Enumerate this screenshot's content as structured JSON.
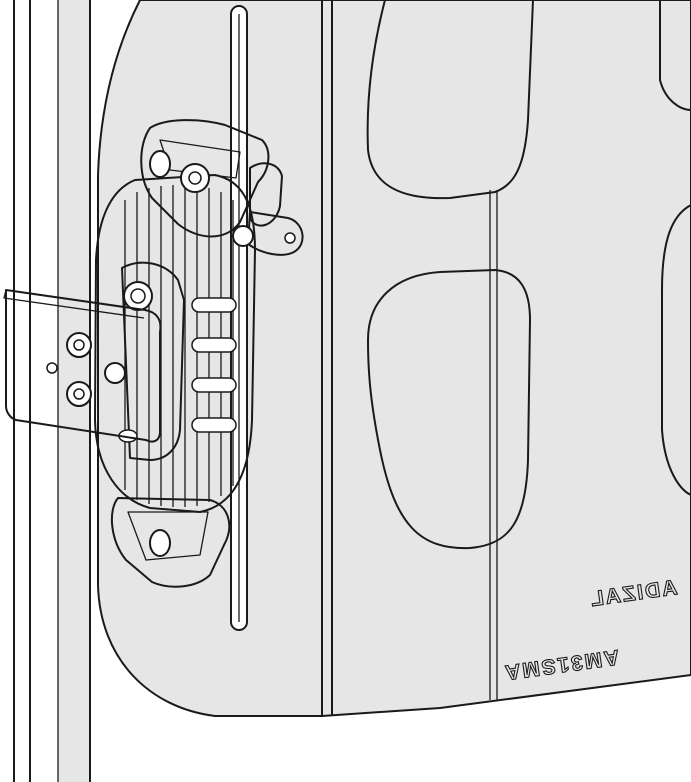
{
  "drawing": {
    "subject": "latch-clamp-mounted-on-vertical-rail",
    "engraving": {
      "line1": "ADIZAL",
      "line2": "AM31SMA"
    },
    "colors": {
      "outline": "#1a1a1a",
      "panel": "#e6e6e6",
      "part": "#ffffff",
      "background": "#ffffff"
    }
  }
}
